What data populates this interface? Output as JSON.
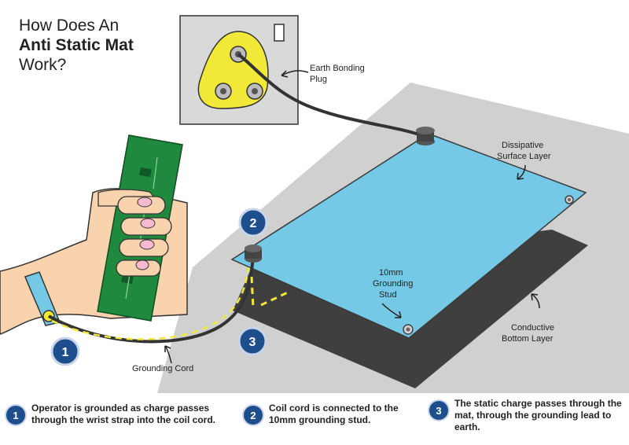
{
  "title": {
    "line1": "How Does An",
    "line2": "Anti Static Mat",
    "line3": "Work?"
  },
  "labels": {
    "earth_plug": [
      "Earth Bonding",
      "Plug"
    ],
    "dissipative": [
      "Dissipative",
      "Surface Layer"
    ],
    "grounding_stud": [
      "10mm",
      "Grounding",
      "Stud"
    ],
    "conductive": [
      "Conductive",
      "Bottom Layer"
    ],
    "grounding_cord": "Grounding Cord"
  },
  "badges": [
    "1",
    "2",
    "3"
  ],
  "steps": [
    {
      "num": "1",
      "text": "Operator is grounded as charge passes through the wrist strap into the coil cord."
    },
    {
      "num": "2",
      "text": "Coil cord is connected to the 10mm grounding stud."
    },
    {
      "num": "3",
      "text": "The static charge passes through the mat, through the grounding lead to earth."
    }
  ],
  "colors": {
    "accent": "#1f4e8c",
    "mat_top": "#76c9e6",
    "mat_bottom": "#3f3f3f",
    "bench": "#d0d0d0",
    "plug": "#f2e838",
    "pcb": "#1f8a3e",
    "skin": "#f8d3ad",
    "dashed_charge": "#f2e838"
  }
}
